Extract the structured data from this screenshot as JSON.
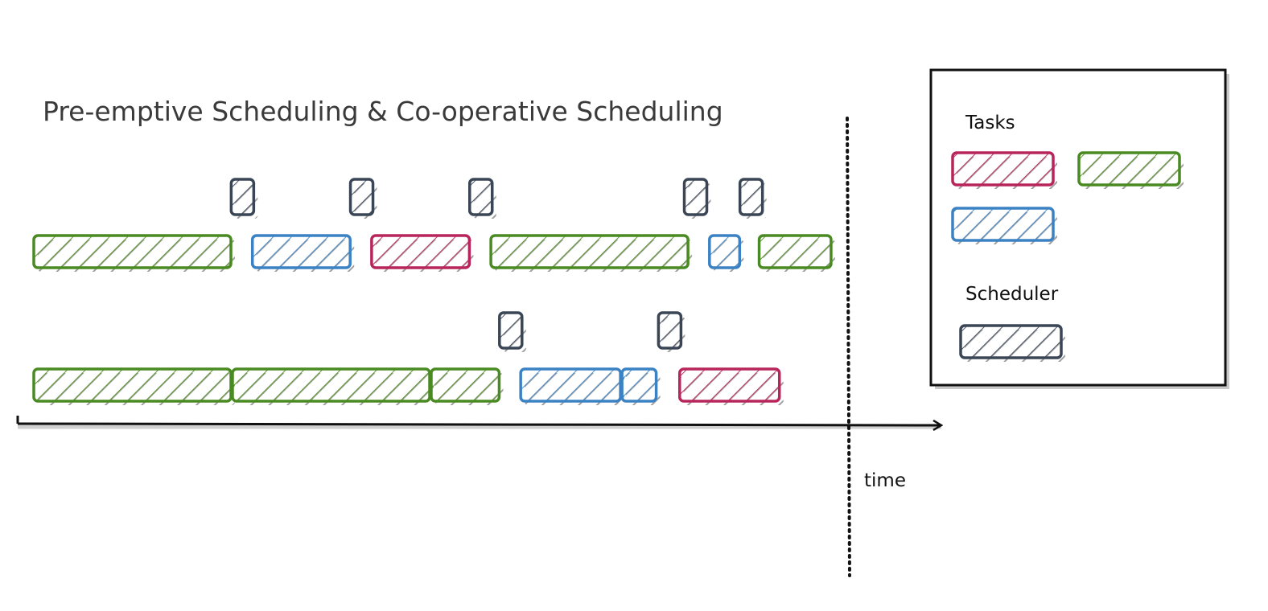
{
  "title": "Pre-emptive Scheduling & Co-operative Scheduling",
  "axis": {
    "label": "time"
  },
  "legend": {
    "tasks_heading": "Tasks",
    "scheduler_heading": "Scheduler"
  },
  "colors": {
    "red_task": "#b8255a",
    "green_task": "#4a8a22",
    "blue_task": "#3b82c4",
    "scheduler": "#3a4656",
    "hatch_grey": "#a0a0a0",
    "axis": "#111111"
  },
  "rows": [
    {
      "id": "pre-emptive",
      "tasks": [
        {
          "kind": "green",
          "start": 0,
          "end": 10
        },
        {
          "kind": "blue",
          "start": 11,
          "end": 16
        },
        {
          "kind": "red",
          "start": 17,
          "end": 22
        },
        {
          "kind": "green",
          "start": 23,
          "end": 33
        },
        {
          "kind": "blue",
          "start": 34,
          "end": 35.6
        },
        {
          "kind": "green",
          "start": 36.5,
          "end": 40.2
        }
      ],
      "scheduler_ticks": [
        10.5,
        16.5,
        22.5,
        33.3,
        36.1
      ]
    },
    {
      "id": "co-operative",
      "tasks": [
        {
          "kind": "green",
          "start": 0,
          "end": 10
        },
        {
          "kind": "green",
          "start": 10,
          "end": 20
        },
        {
          "kind": "green",
          "start": 20,
          "end": 23.5
        },
        {
          "kind": "blue",
          "start": 24.5,
          "end": 29.6
        },
        {
          "kind": "blue",
          "start": 29.6,
          "end": 31.4
        },
        {
          "kind": "red",
          "start": 32.5,
          "end": 37.6
        }
      ],
      "scheduler_ticks": [
        24,
        32
      ]
    }
  ]
}
